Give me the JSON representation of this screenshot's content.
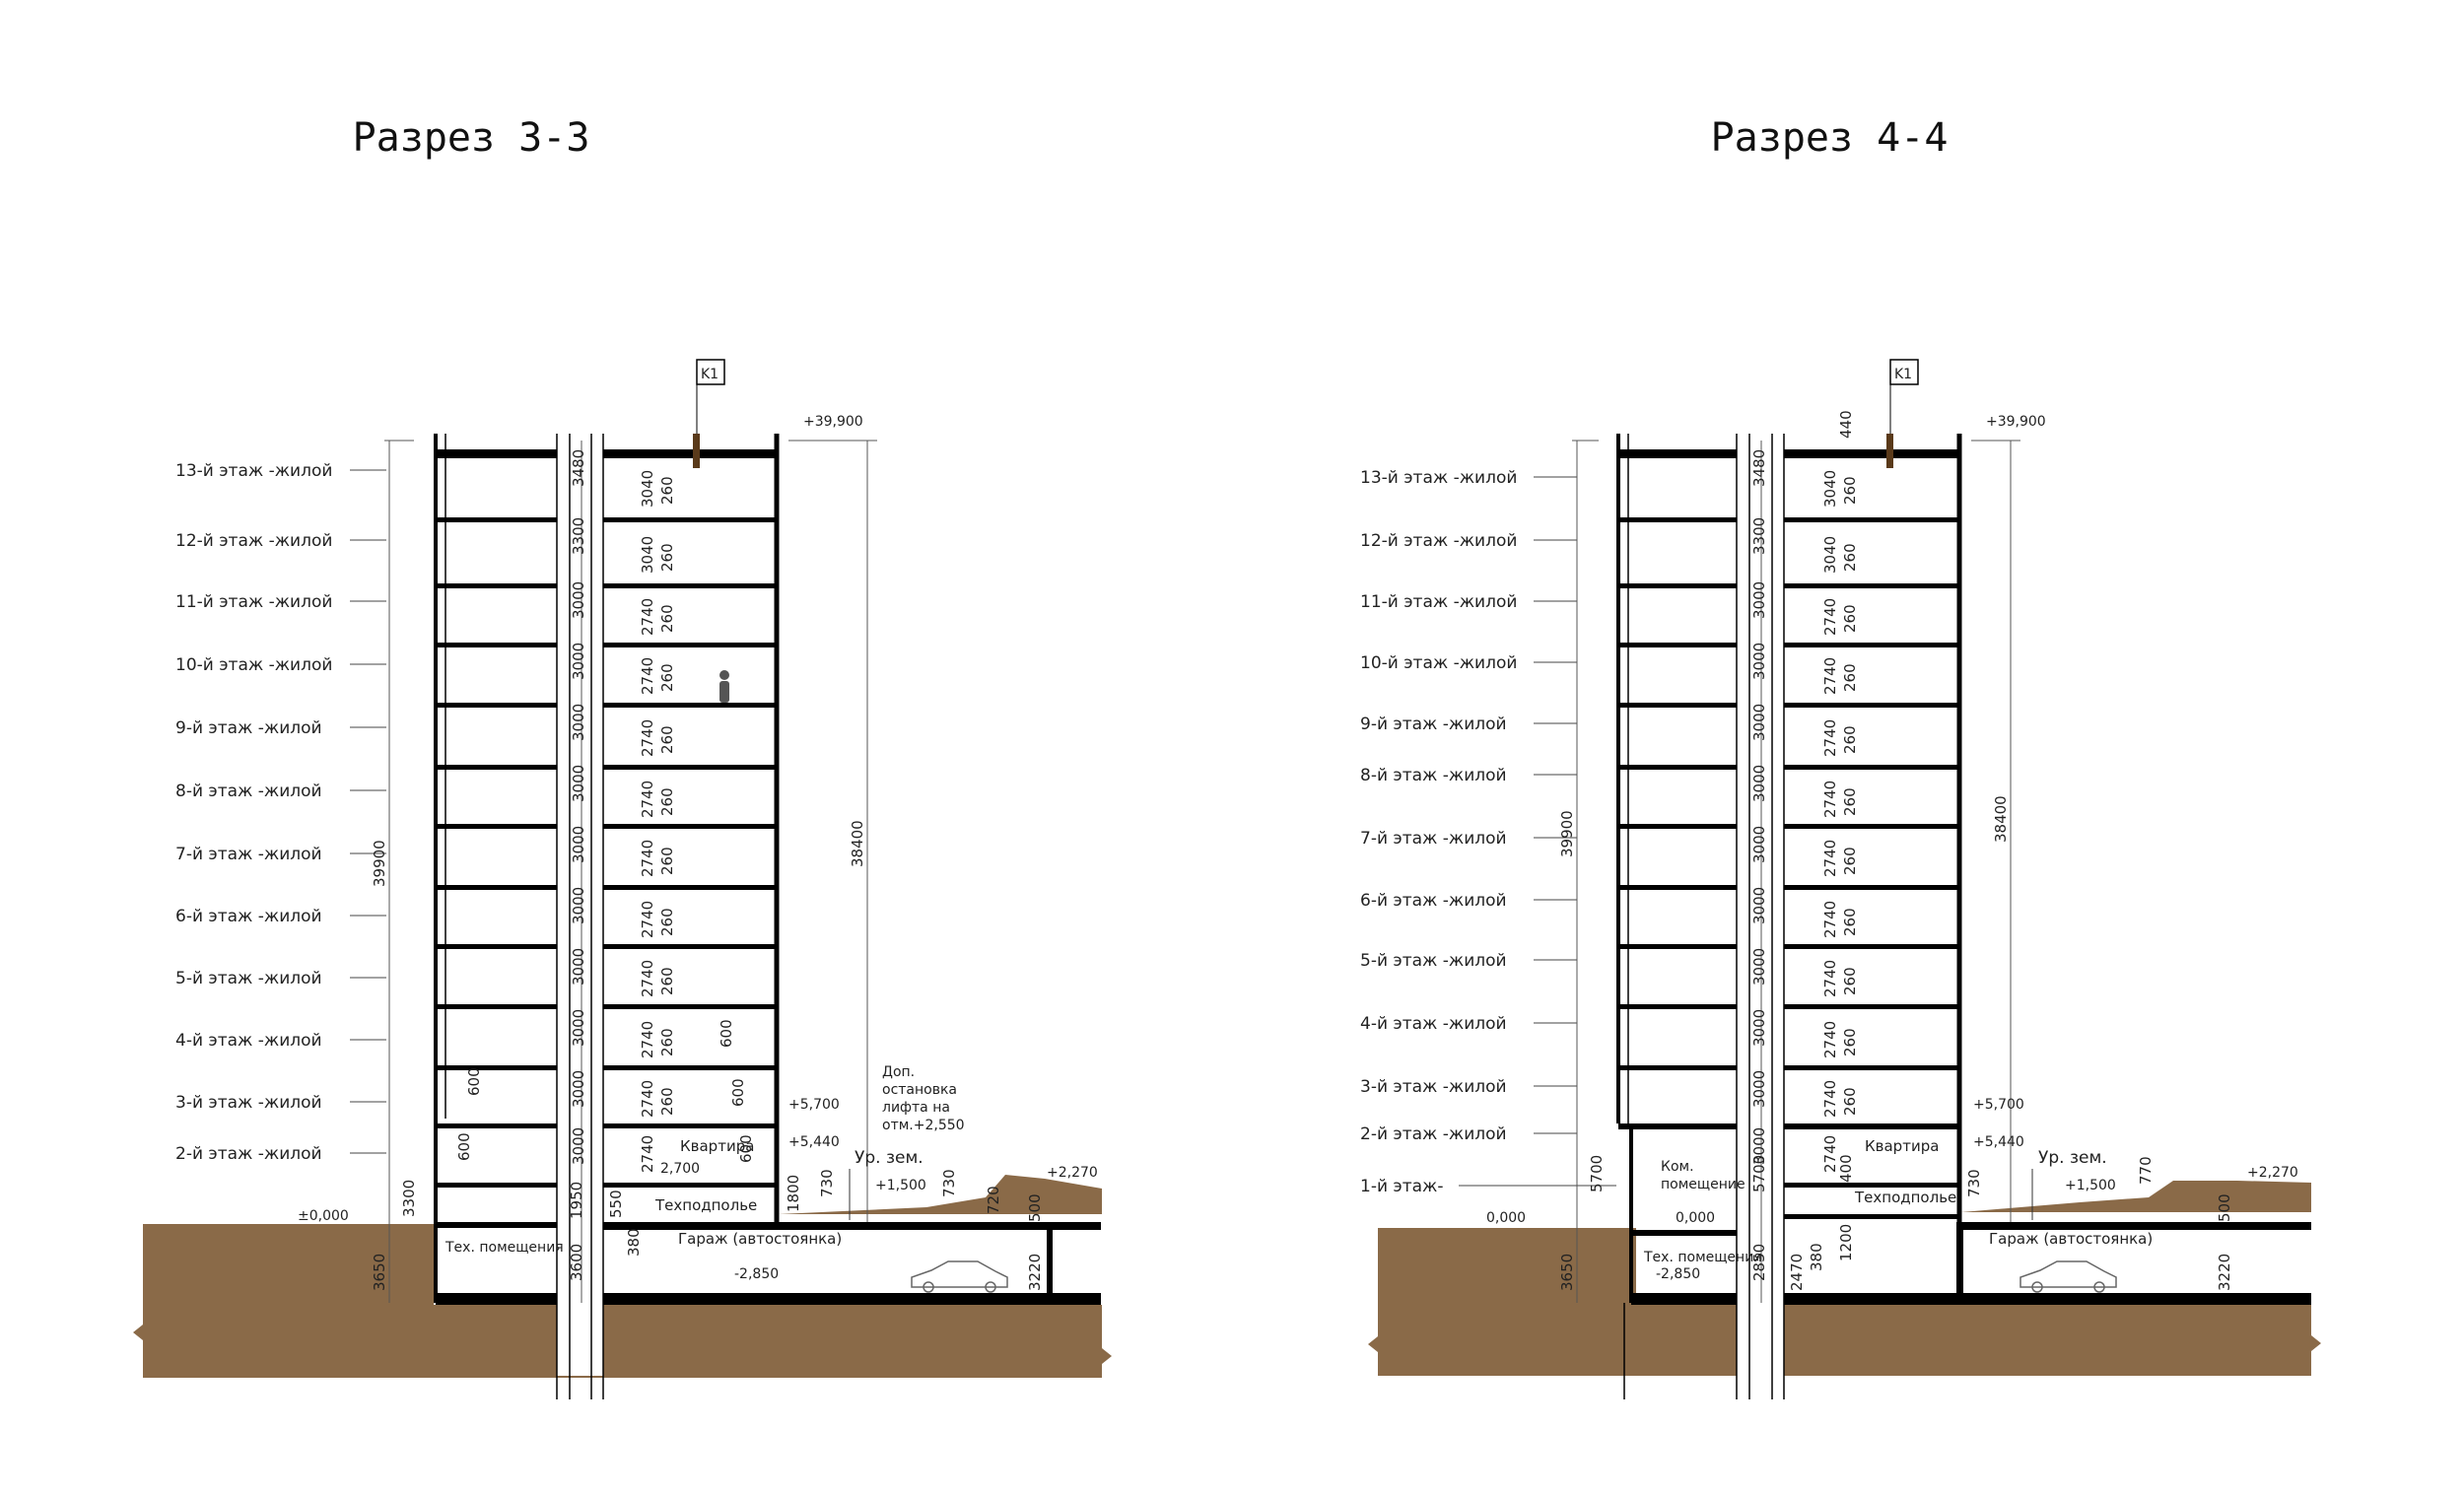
{
  "colors": {
    "soil": "#8a6a48",
    "structure": "#000000",
    "line": "#333333"
  },
  "sections": [
    {
      "title": "Разрез 3-3",
      "axis_tag": "K1",
      "top_mark": "+39,900",
      "floors": [
        "13-й этаж -жилой",
        "12-й этаж -жилой",
        "11-й этаж -жилой",
        "10-й этаж -жилой",
        "9-й этаж -жилой",
        "8-й этаж -жилой",
        "7-й этаж -жилой",
        "6-й этаж -жилой",
        "5-й этаж -жилой",
        "4-й этаж -жилой",
        "3-й этаж -жилой",
        "2-й этаж -жилой"
      ],
      "core_dims": [
        "3480",
        "3300",
        "3000",
        "3000",
        "3000",
        "3000",
        "3000",
        "3000",
        "3000",
        "3000",
        "3000",
        "3000"
      ],
      "clear_heights": [
        "3040",
        "3040",
        "2740",
        "2740",
        "2740",
        "2740",
        "2740",
        "2740",
        "2740",
        "2740",
        "2740",
        "2740"
      ],
      "slab_dims": [
        "260",
        "260",
        "260",
        "260",
        "260",
        "260",
        "260",
        "260",
        "260",
        "260",
        "260"
      ],
      "total_height": "39900",
      "tower_height": "38400",
      "ground_mark": "±0,000",
      "basement_dim": "3650",
      "first_level_dim": "3300",
      "shaft_dim_a": "1950",
      "shaft_dim_b": "3600",
      "window_dim": "600",
      "rooms": {
        "apartment": "Квартира",
        "apartment_mark": "2,700",
        "tech_floor": "Техподполье",
        "garage": "Гараж (автостоянка)",
        "tech_rooms": "Тех. помещения"
      },
      "marks": {
        "m5700": "+5,700",
        "m5440": "+5,440",
        "m1500": "+1,500",
        "m2270": "+2,270",
        "m2850": "-2,850"
      },
      "dims_low": [
        "550",
        "380",
        "3220",
        "1800",
        "730",
        "730",
        "720",
        "500",
        "600",
        "600"
      ],
      "ground_level": "Ур. зем.",
      "lift_note": [
        "Доп.",
        "остановка",
        "лифта на",
        "отм.+2,550"
      ]
    },
    {
      "title": "Разрез 4-4",
      "axis_tag": "K1",
      "top_mark": "+39,900",
      "floors": [
        "13-й этаж -жилой",
        "12-й этаж -жилой",
        "11-й этаж -жилой",
        "10-й этаж -жилой",
        "9-й этаж -жилой",
        "8-й этаж -жилой",
        "7-й этаж -жилой",
        "6-й этаж -жилой",
        "5-й этаж -жилой",
        "4-й этаж -жилой",
        "3-й этаж -жилой",
        "2-й этаж -жилой",
        "1-й этаж-"
      ],
      "core_dims": [
        "3480",
        "3300",
        "3000",
        "3000",
        "3000",
        "3000",
        "3000",
        "3000",
        "3000",
        "3000",
        "3000",
        "3000"
      ],
      "clear_heights": [
        "3040",
        "3040",
        "2740",
        "2740",
        "2740",
        "2740",
        "2740",
        "2740",
        "2740",
        "2740",
        "2740",
        "2740"
      ],
      "slab_dims": [
        "260",
        "260",
        "260",
        "260",
        "260",
        "260",
        "260",
        "260",
        "260",
        "260",
        "260"
      ],
      "top_dim": "440",
      "total_height": "39900",
      "tower_height": "38400",
      "ground_mark": "0,000",
      "ground_mark_inner": "0,000",
      "basement_dim": "3650",
      "first_level_dim": "5700",
      "shaft_dim_a": "5700",
      "shaft_dim_b": "2850",
      "rooms": {
        "apartment": "Квартира",
        "tech_floor": "Техподполье",
        "garage": "Гараж (автостоянка)",
        "tech_rooms": "Тех. помещения",
        "com_room_1": "Ком.",
        "com_room_2": "помещение"
      },
      "marks": {
        "m5700": "+5,700",
        "m5440": "+5,440",
        "m1500": "+1,500",
        "m2270": "+2,270",
        "m2850": "-2,850"
      },
      "dims_low": [
        "2470",
        "380",
        "1200",
        "400",
        "730",
        "770",
        "500",
        "3220"
      ],
      "ground_level": "Ур. зем."
    }
  ]
}
